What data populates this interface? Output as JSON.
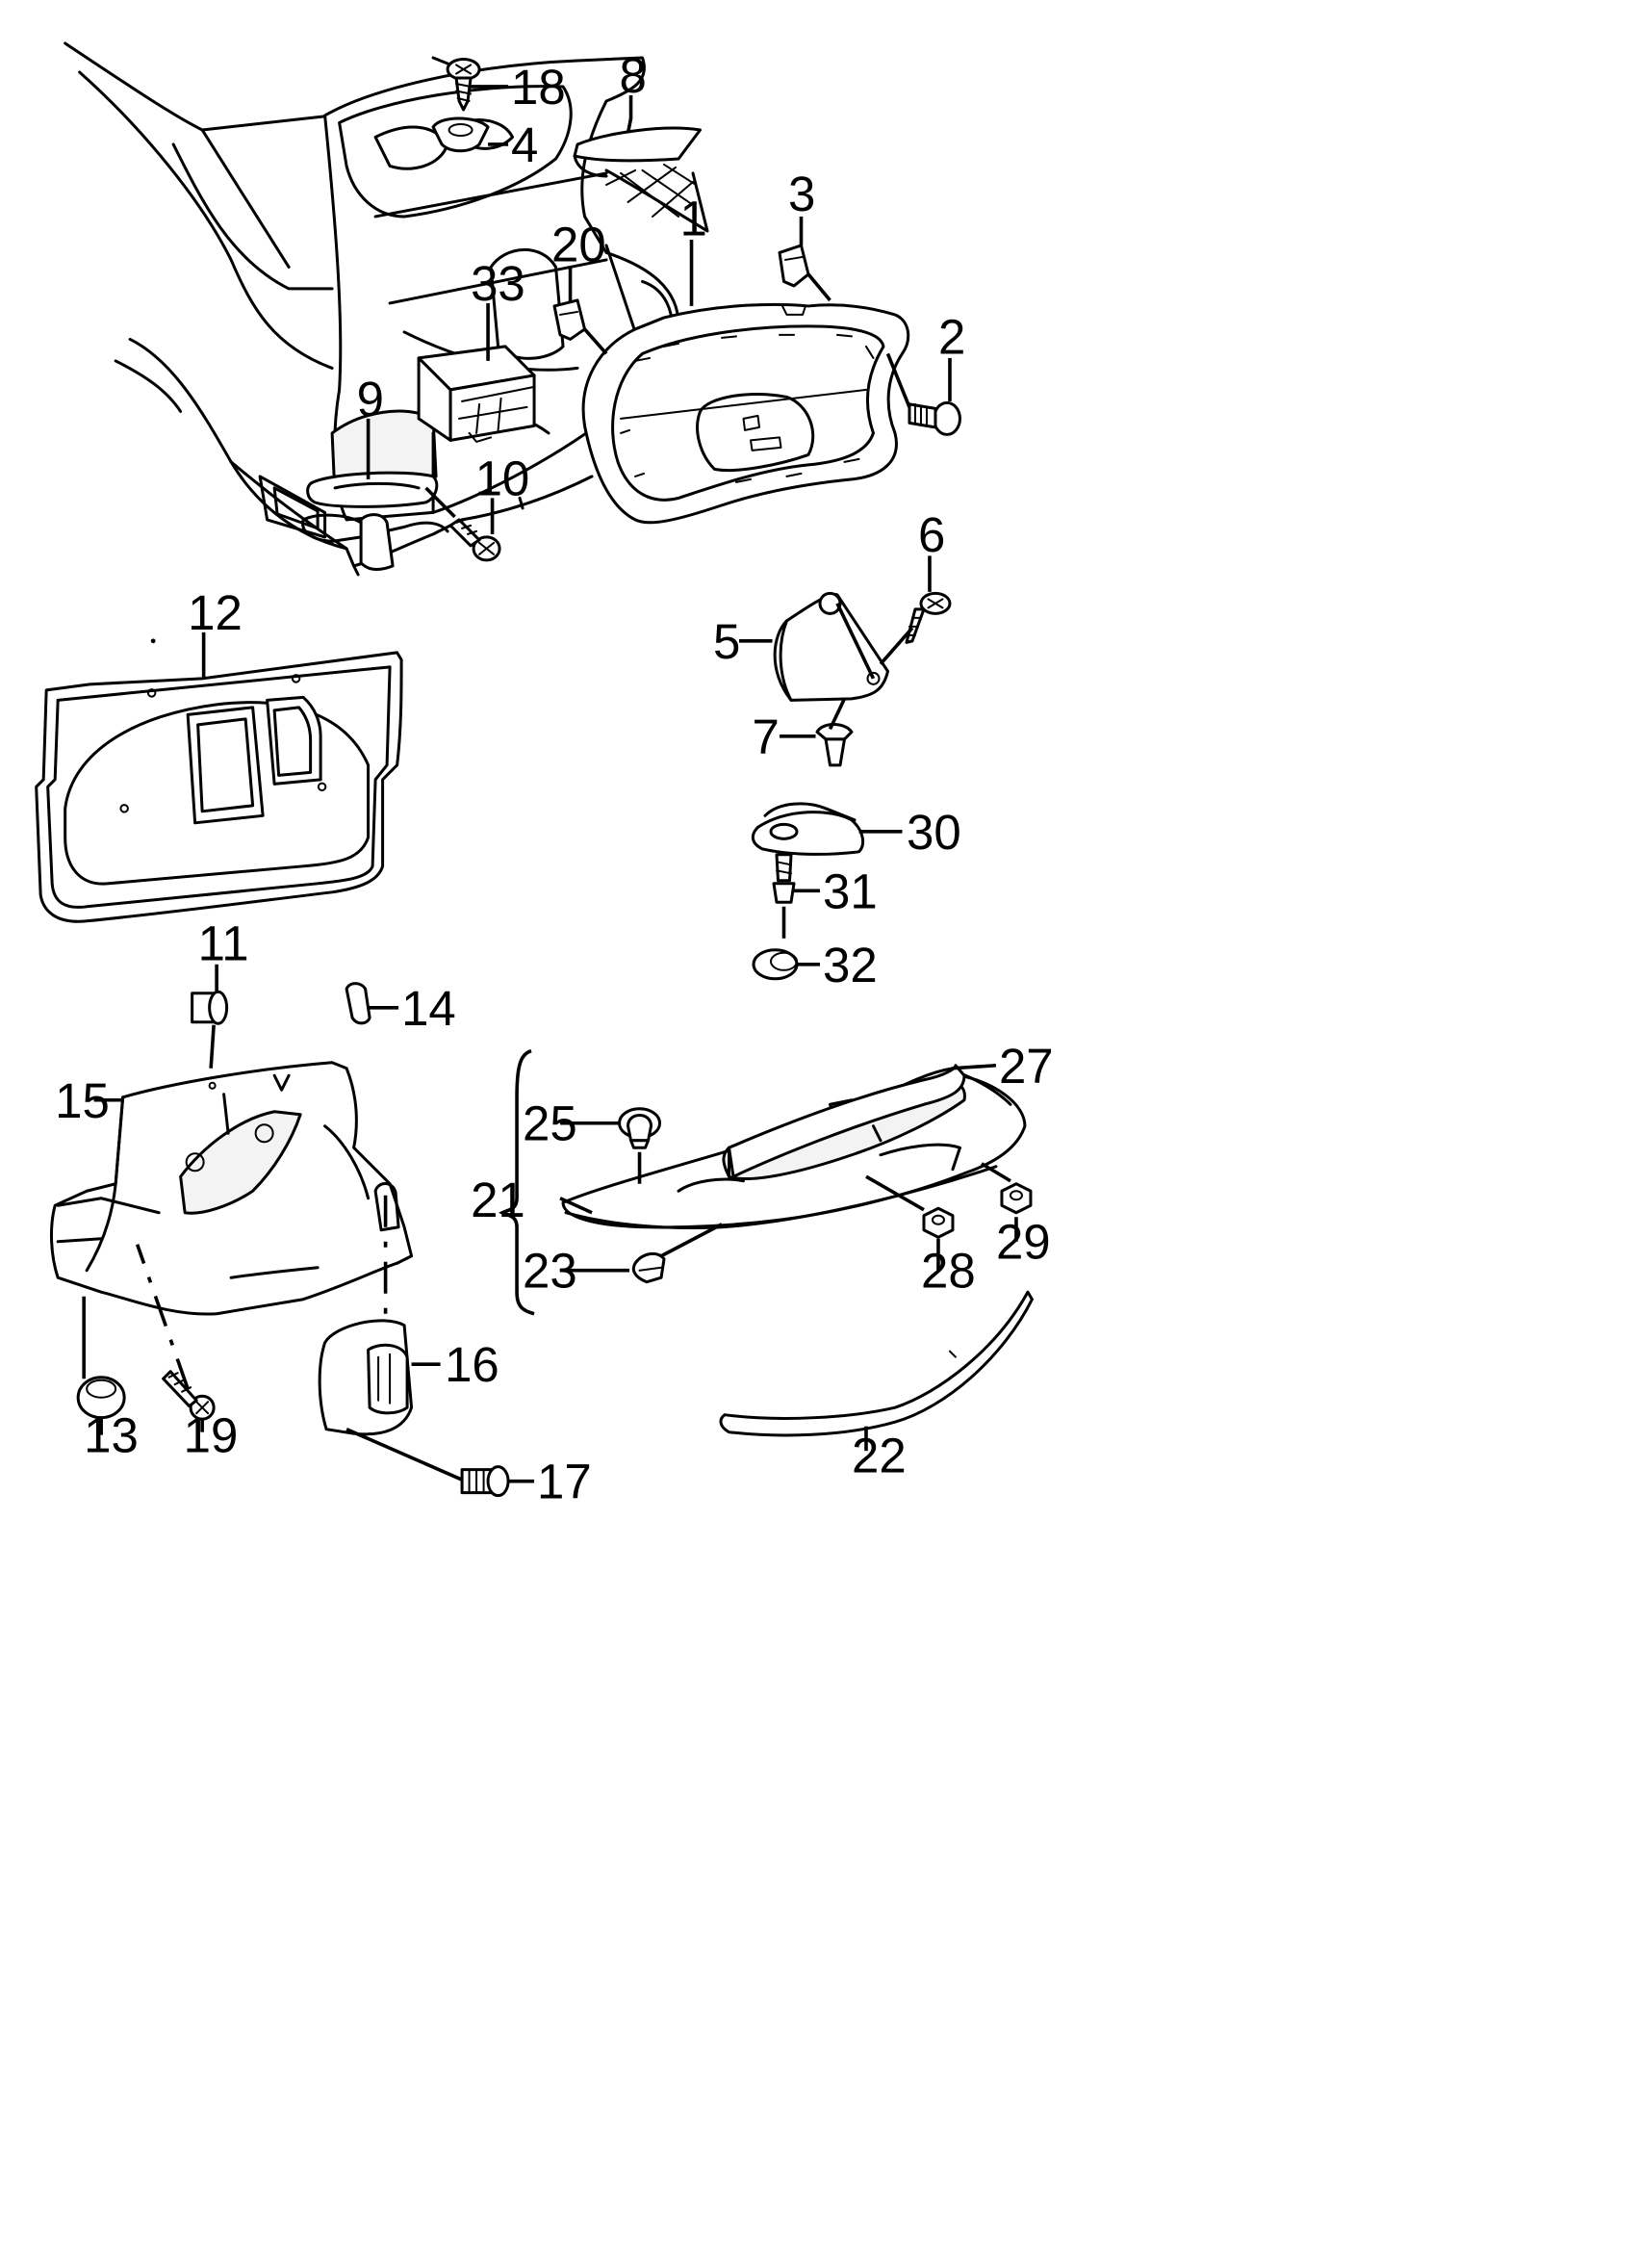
{
  "callouts": {
    "c1": "1",
    "c2": "2",
    "c3": "3",
    "c4": "4",
    "c5": "5",
    "c6": "6",
    "c7": "7",
    "c8": "8",
    "c9": "9",
    "c10": "10",
    "c11": "11",
    "c12": "12",
    "c13": "13",
    "c14": "14",
    "c15": "15",
    "c16": "16",
    "c17": "17",
    "c18": "18",
    "c19": "19",
    "c20": "20",
    "c21": "21",
    "c22": "22",
    "c23": "23",
    "c25": "25",
    "c27": "27",
    "c28": "28",
    "c29": "29",
    "c30": "30",
    "c31": "31",
    "c32": "32",
    "c33": "33"
  },
  "colors": {
    "ink": "#000000",
    "paper": "#ffffff"
  }
}
